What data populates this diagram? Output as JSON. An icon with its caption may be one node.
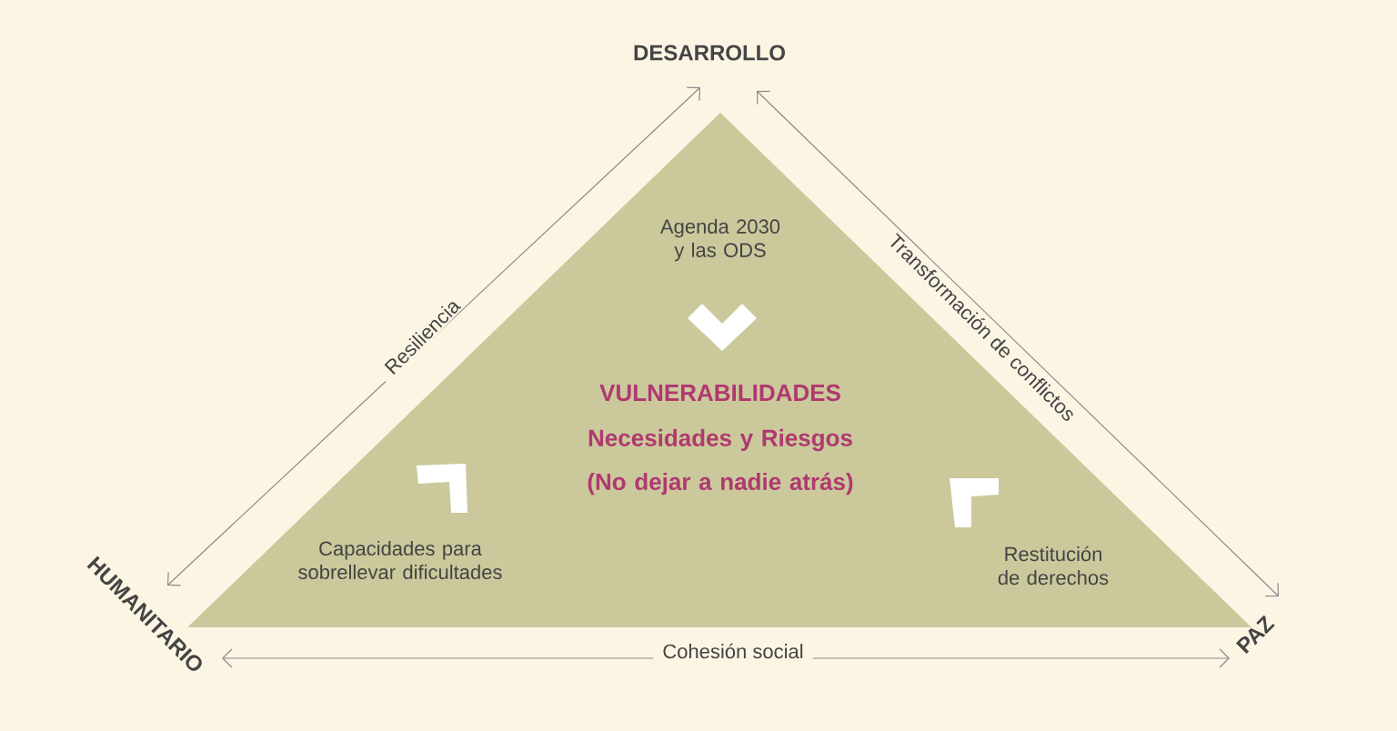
{
  "diagram": {
    "nodes": [
      {
        "text": [
          "DESARROLLO"
        ]
      },
      {
        "text": [
          "HUMANITARIO"
        ]
      },
      {
        "text": [
          "PAZ"
        ]
      },
      {
        "text": [
          "Agenda 2030 y las ODS",
          "VULNERABILIDADES",
          "Necesidades y Riesgos",
          "(No dejar a nadie atrás)",
          "Capacidades para sobrellevar dificultades",
          "Restitución de derechos"
        ]
      }
    ],
    "edges": [
      {
        "from": 1,
        "to": 0,
        "arrow": "both",
        "label": "Resiliencia"
      },
      {
        "from": 0,
        "to": 2,
        "arrow": "both",
        "label": "Transformación de conflictos"
      },
      {
        "from": 1,
        "to": 2,
        "arrow": "both",
        "label": "Cohesión social"
      }
    ]
  }
}
